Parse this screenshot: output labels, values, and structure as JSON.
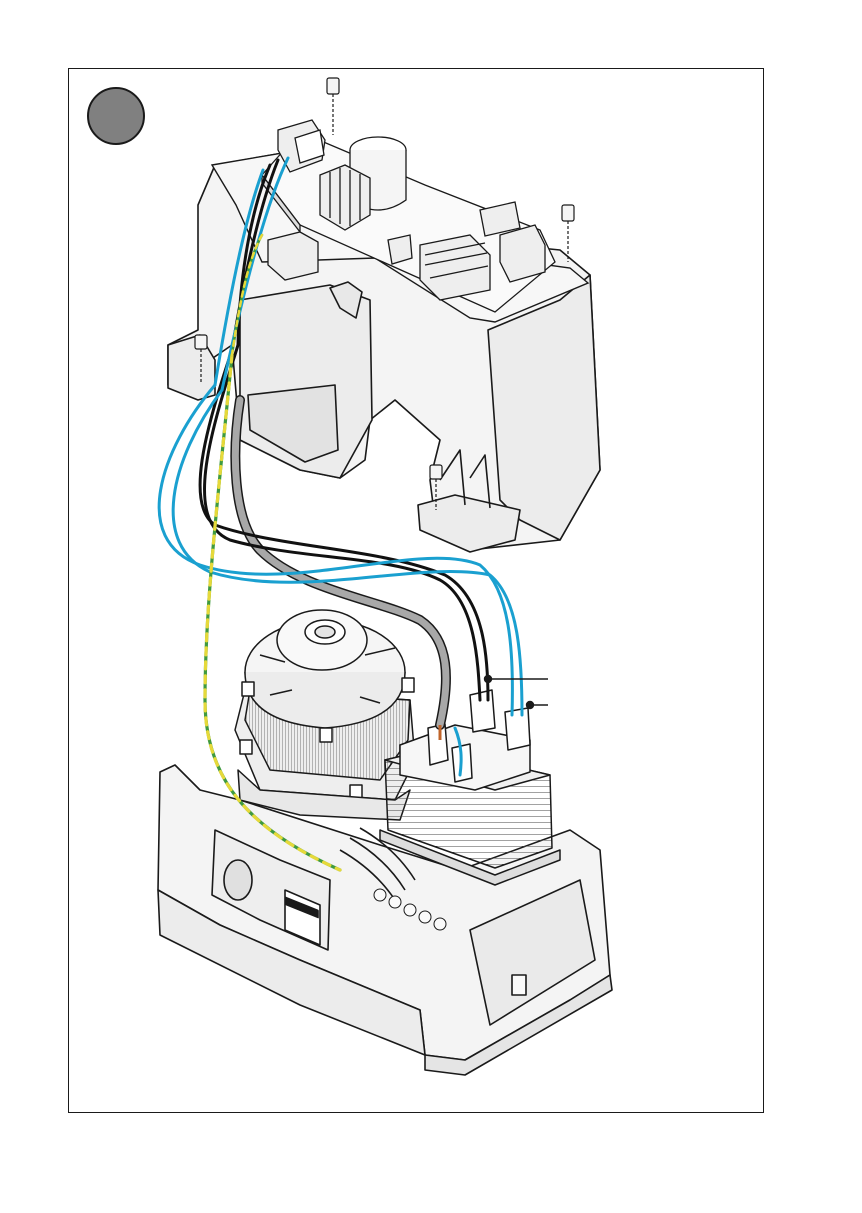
{
  "figure": {
    "badge_color": "#808080",
    "line_color": "#1a1a1a",
    "housing_fill": "#f4f4f4",
    "wire_colors": {
      "blue": "#1aa0d0",
      "black": "#111111",
      "grey": "#a8a8a8",
      "earth_yellow": "#e6d93a",
      "earth_green": "#3f9a3f"
    },
    "components": [
      "control-board",
      "upper-housing",
      "motor",
      "transformer",
      "base-housing"
    ],
    "leader_lines": 2
  }
}
